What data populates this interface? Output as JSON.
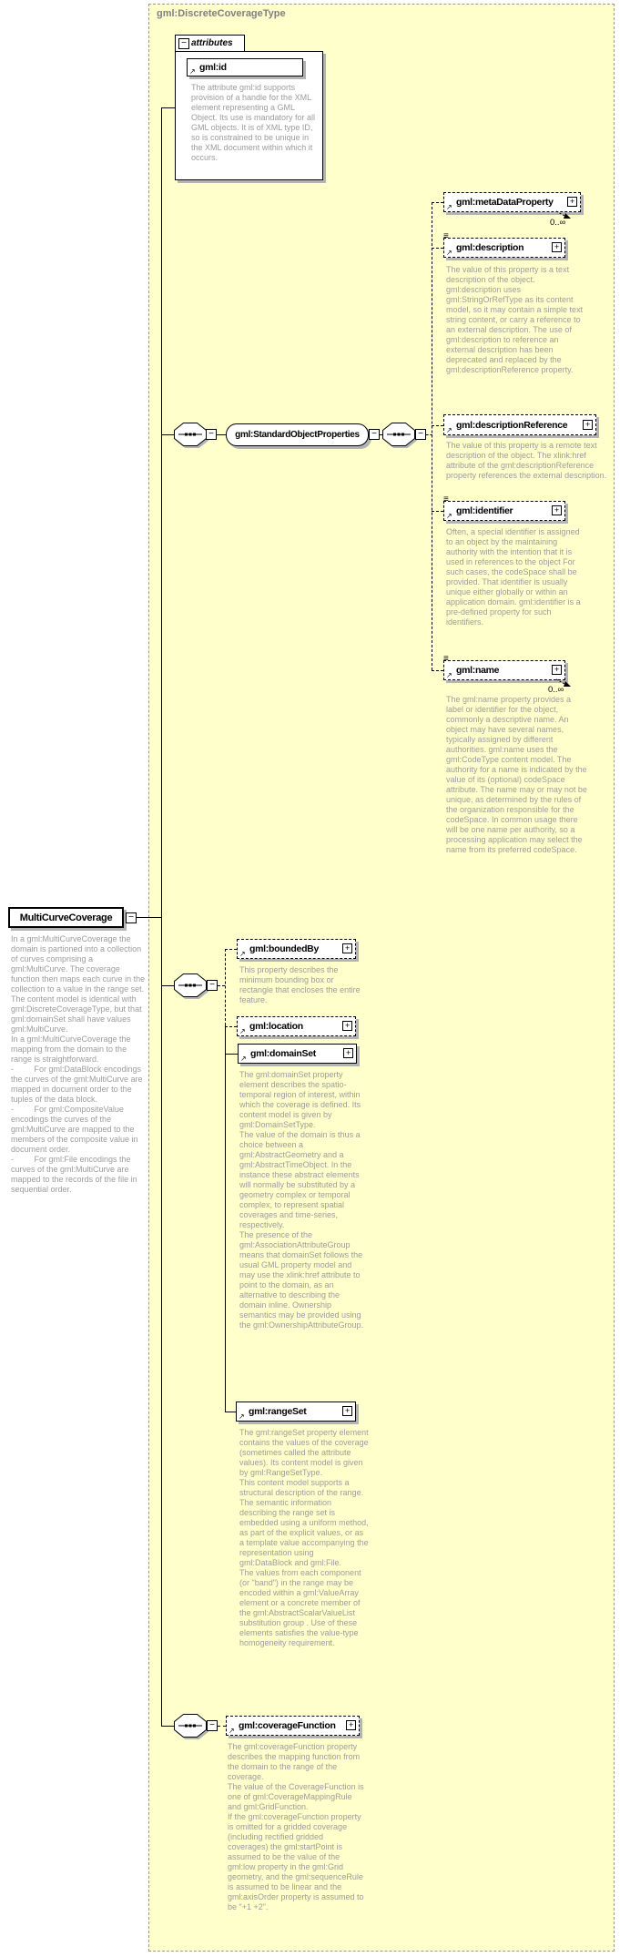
{
  "colors": {
    "canvas_fill": "#FFFFCC",
    "frame_border": "#999999",
    "box_fill": "#FFFFFF",
    "box_border": "#000000",
    "doc_text": "#9C9C9C",
    "shadow": "#B4B4B4",
    "frame_title": "#808080"
  },
  "icons": {
    "plus": "+",
    "minus": "−",
    "element_arrow": "↗",
    "model_lines": "≡"
  },
  "frame": {
    "title": "gml:DiscreteCoverageType"
  },
  "attributes": {
    "label": "attributes",
    "id": {
      "name": "gml:id",
      "doc": "The attribute gml:id supports provision of a handle for the XML element representing a GML Object. Its use is mandatory for all GML objects. It is of XML type ID, so is constrained to be unique in the XML document within which it occurs."
    }
  },
  "root": {
    "name": "MultiCurveCoverage",
    "doc": "In a gml:MultiCurveCoverage the domain is partioned into a collection of curves comprising a gml:MultiCurve.  The coverage function then maps each curve in the collection to a value in the range set.\nThe content model is identical with gml:DiscreteCoverageType, but that gml:domainSet shall have values gml:MultiCurve.\nIn a gml:MultiCurveCoverage the mapping from the domain to the range is straightforward.\n-         For gml:DataBlock encodings the curves of the gml:MultiCurve are mapped in document order to the tuples of the data block.\n-         For gml:CompositeValue encodings the curves of the gml:MultiCurve are mapped to the members of the composite value in document order.\n-         For gml:File encodings the curves of the gml:MultiCurve are mapped to the records of the file in sequential order."
  },
  "group": {
    "name": "gml:StandardObjectProperties"
  },
  "children": {
    "metaDataProperty": {
      "name": "gml:metaDataProperty",
      "occurs": "0..∞"
    },
    "description": {
      "name": "gml:description",
      "doc": "The value of this property is a text description of the object. gml:description uses gml:StringOrRefType as its content model, so it may contain a simple text string content, or carry a reference to an external description. The use of gml:description to reference an external description has been deprecated and replaced by the gml:descriptionReference property."
    },
    "descriptionReference": {
      "name": "gml:descriptionReference",
      "doc": "The value of this property is a remote text description of the object. The xlink:href attribute of the gml:descriptionReference property references the external description."
    },
    "identifier": {
      "name": "gml:identifier",
      "doc": "Often, a special identifier is assigned to an object by the maintaining authority with the intention that it is used in references to the object For such cases, the codeSpace shall be provided. That identifier is usually unique either globally or within an application domain. gml:identifier is a pre-defined property for such identifiers."
    },
    "name": {
      "name": "gml:name",
      "occurs": "0..∞",
      "doc": "The gml:name property provides a label or identifier for the object, commonly a descriptive name. An object may have several names, typically assigned by different authorities. gml:name uses the gml:CodeType content model.  The authority for a name is indicated by the value of its (optional) codeSpace attribute.  The name may or may not be unique, as determined by the rules of the organization responsible for the codeSpace.  In common usage there will be one name per authority, so a processing application may select the name from its preferred codeSpace."
    },
    "boundedBy": {
      "name": "gml:boundedBy",
      "doc": "This property describes the minimum bounding box or rectangle that encloses the entire feature."
    },
    "location": {
      "name": "gml:location"
    },
    "domainSet": {
      "name": "gml:domainSet",
      "doc": "The gml:domainSet property element describes the spatio-temporal region of interest, within which the coverage is defined. Its content model is given by gml:DomainSetType.\nThe value of the domain is thus a choice between a gml:AbstractGeometry and a gml:AbstractTimeObject.  In the instance these abstract elements will normally be substituted by a geometry complex or temporal complex, to represent spatial coverages and time-series, respectively.\nThe presence of the gml:AssociationAttributeGroup means that domainSet follows the usual GML property model and may use the xlink:href attribute to point to the domain, as an alternative to describing the domain inline. Ownership semantics may be provided using the gml:OwnershipAttributeGroup."
    },
    "rangeSet": {
      "name": "gml:rangeSet",
      "doc": "The gml:rangeSet property element contains the values of the coverage (sometimes called the attribute values). Its content model is given by gml:RangeSetType.\nThis content model supports a structural description of the range.  The semantic information describing the range set is embedded using a uniform method, as part of the explicit values, or as a template value accompanying the representation using gml:DataBlock and gml:File.\nThe values from each component (or \"band\") in the range may be encoded within a gml:ValueArray element or a concrete member of the gml:AbstractScalarValueList substitution group . Use of these elements satisfies the value-type homogeneity requirement."
    },
    "coverageFunction": {
      "name": "gml:coverageFunction",
      "doc": "The gml:coverageFunction property describes the mapping function from the domain to the range of the coverage.\nThe value of the CoverageFunction is one of gml:CoverageMappingRule and gml:GridFunction.\nIf the gml:coverageFunction property is omitted for a gridded coverage (including rectified gridded coverages) the gml:startPoint is assumed to be the value of the gml:low property in the gml:Grid geometry, and the gml:sequenceRule is assumed to be linear and the gml:axisOrder property is assumed to be \"+1 +2\"."
    }
  }
}
